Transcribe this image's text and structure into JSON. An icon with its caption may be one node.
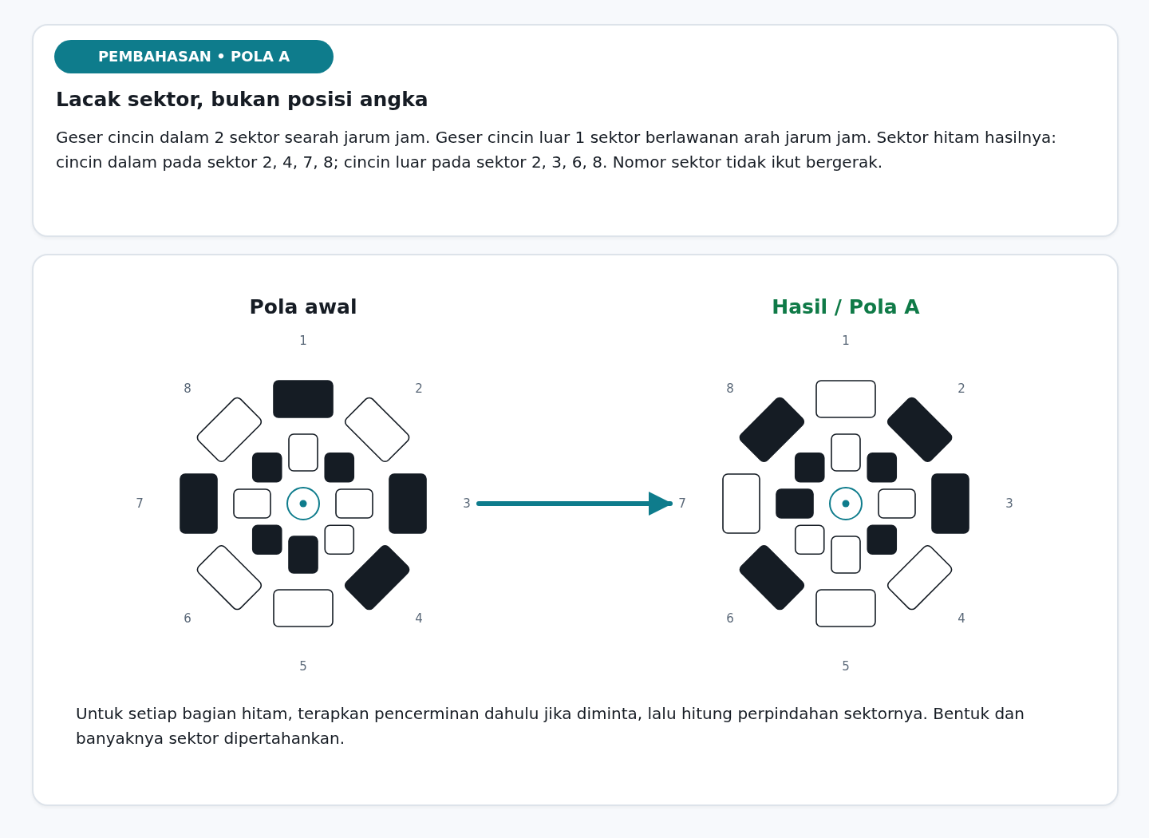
{
  "diagram": {
    "nodes": [
      {
        "text": [
          "Pola awal"
        ]
      },
      {
        "text": [
          "Hasil / Pola A"
        ]
      }
    ],
    "edges": [
      {
        "from": 0,
        "to": 1,
        "arrow": "to"
      }
    ],
    "labels": [
      "PEMBAHASAN • POLA A",
      "Lacak sektor, bukan posisi angka",
      "Geser cincin dalam 2 sektor searah jarum jam. Geser cincin luar 1 sektor berlawanan arah jarum jam. Sektor hitam hasilnya: cincin dalam pada sektor 2, 4, 7, 8; cincin luar pada sektor 2, 3, 6, 8. Nomor sektor tidak ikut bergerak.",
      "1",
      "2",
      "3",
      "4",
      "5",
      "6",
      "7",
      "8",
      "1",
      "2",
      "3",
      "4",
      "5",
      "6",
      "7",
      "8",
      "Untuk setiap bagian hitam, terapkan pencerminan dahulu jika diminta, lalu hitung perpindahan sektornya. Bentuk dan banyaknya sektor dipertahankan."
    ]
  }
}
